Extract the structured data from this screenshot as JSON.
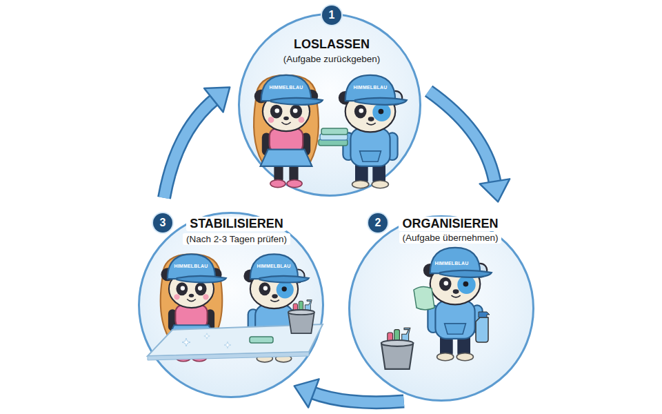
{
  "diagram": {
    "nodes": [
      {
        "text": [
          "1",
          "LOSLASSEN",
          "(Aufgabe zurückgeben)"
        ]
      },
      {
        "text": [
          "2",
          "ORGANISIEREN",
          "(Aufgabe übernehmen)"
        ]
      },
      {
        "text": [
          "3",
          "STABILISIEREN",
          "(Nach 2-3 Tagen prüfen)"
        ]
      }
    ],
    "edges": [
      {
        "from": 0,
        "to": 1,
        "arrow": "to"
      },
      {
        "from": 1,
        "to": 2,
        "arrow": "to"
      },
      {
        "from": 2,
        "to": 0,
        "arrow": "to"
      }
    ],
    "labels": [
      "HIMMELBLAU",
      "HIMMELBLAU",
      "HIMMELBLAU",
      "HIMMELBLAU",
      "HIMMELBLAU"
    ]
  }
}
